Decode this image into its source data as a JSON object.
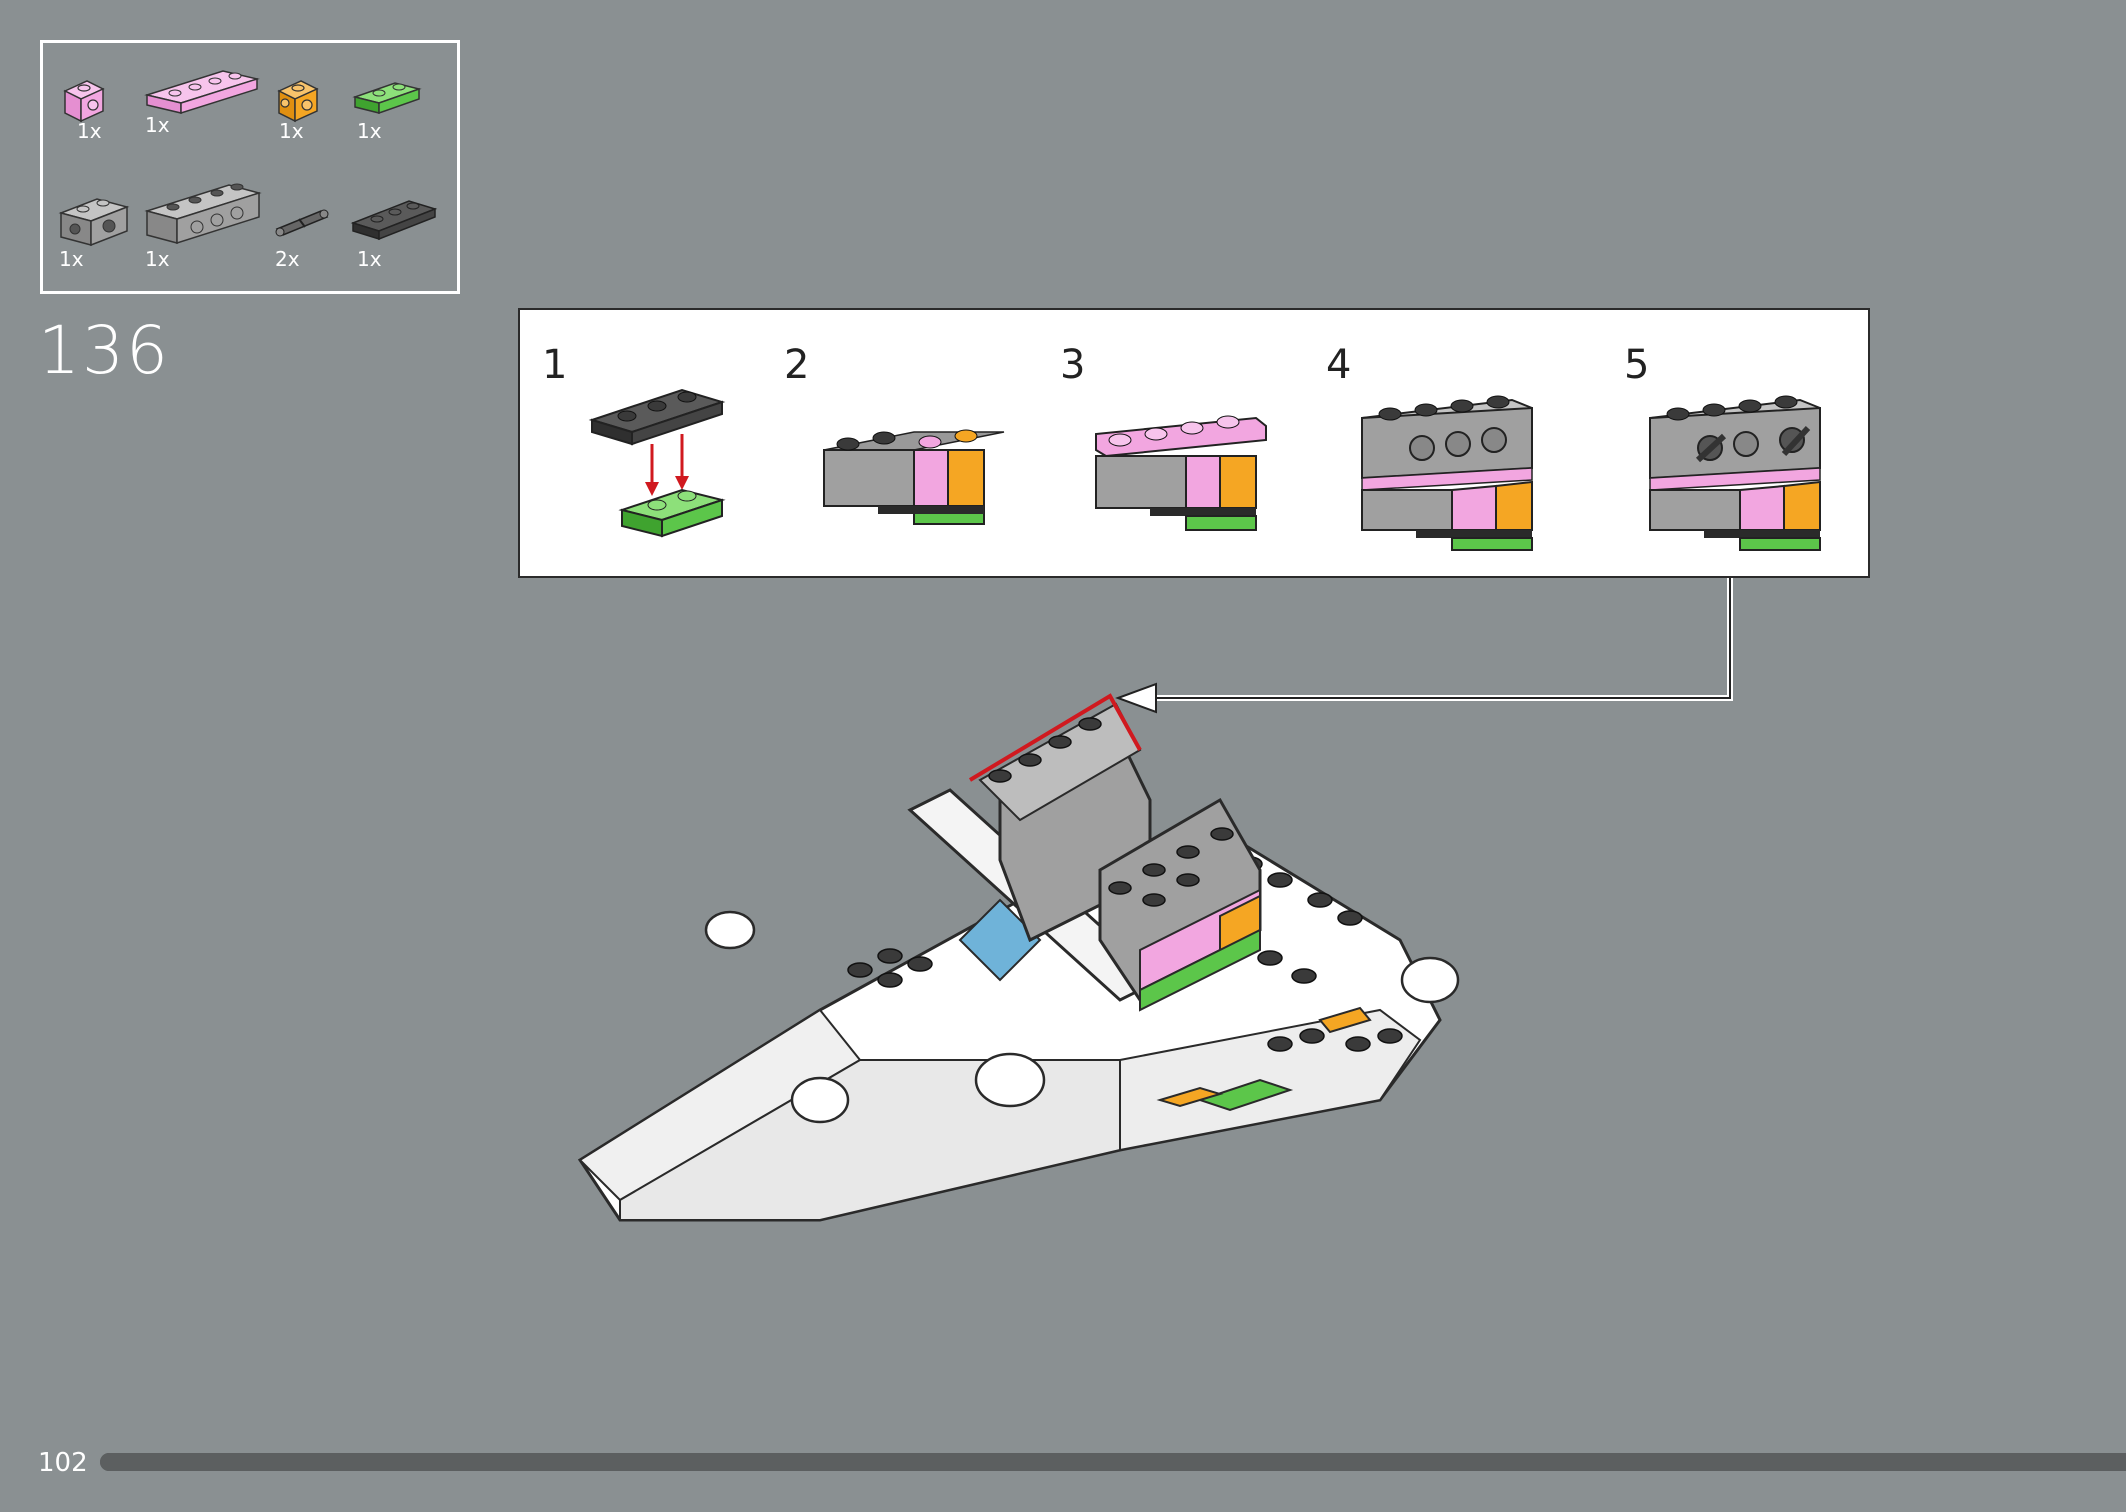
{
  "parts_list": [
    {
      "name": "pink-1x1-brick-with-stud-on-side",
      "color": "#f2a6e0",
      "qty": "1x"
    },
    {
      "name": "pink-1x4-plate",
      "color": "#f2a6e0",
      "qty": "1x"
    },
    {
      "name": "orange-1x1-brick-with-stud-on-side",
      "color": "#f5a623",
      "qty": "1x"
    },
    {
      "name": "green-1x2-plate",
      "color": "#5cc64a",
      "qty": "1x"
    },
    {
      "name": "grey-1x2-technic-brick",
      "color": "#a0a0a0",
      "qty": "1x"
    },
    {
      "name": "grey-1x4-technic-brick",
      "color": "#a0a0a0",
      "qty": "1x"
    },
    {
      "name": "dark-technic-pin",
      "color": "#555555",
      "qty": "2x"
    },
    {
      "name": "dark-grey-1x3-plate",
      "color": "#444444",
      "qty": "1x"
    }
  ],
  "step": {
    "number": "136"
  },
  "substeps": [
    {
      "number": "1"
    },
    {
      "number": "2"
    },
    {
      "number": "3"
    },
    {
      "number": "4"
    },
    {
      "number": "5"
    }
  ],
  "colors": {
    "background": "#8a9092",
    "highlight": "#d0191f",
    "pink": "#f2a6e0",
    "orange": "#f5a623",
    "green": "#5cc64a",
    "grey": "#a0a0a0",
    "dark": "#3a3a3a"
  },
  "footer": {
    "page_number": "102",
    "progress": 1.0
  }
}
